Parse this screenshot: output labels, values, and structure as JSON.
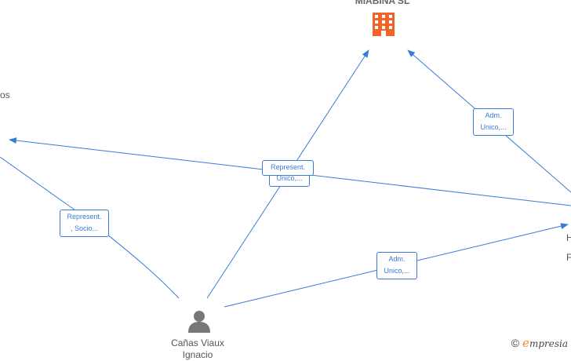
{
  "nodes": {
    "company": {
      "name": "MIABINA SL"
    },
    "person": {
      "name_line1": "Cañas Viaux",
      "name_line2": "Ignacio"
    },
    "left_partial": {
      "text": "os"
    },
    "right_partial": {
      "line1": "H",
      "line2": "F"
    }
  },
  "edges": [
    {
      "line1": "Represent.",
      "line2": ", Socio..."
    },
    {
      "line1": "Represent.",
      "line2": "Unico,..."
    },
    {
      "line1": "Adm.",
      "line2": "Unico,..."
    },
    {
      "line1": "Adm.",
      "line2": "Unico,..."
    }
  ],
  "watermark": {
    "copyright": "©",
    "brand_first": "e",
    "brand_rest": "mpresia"
  },
  "colors": {
    "edge": "#3a7bd5",
    "company_icon": "#f0642a",
    "person_icon": "#777777"
  }
}
